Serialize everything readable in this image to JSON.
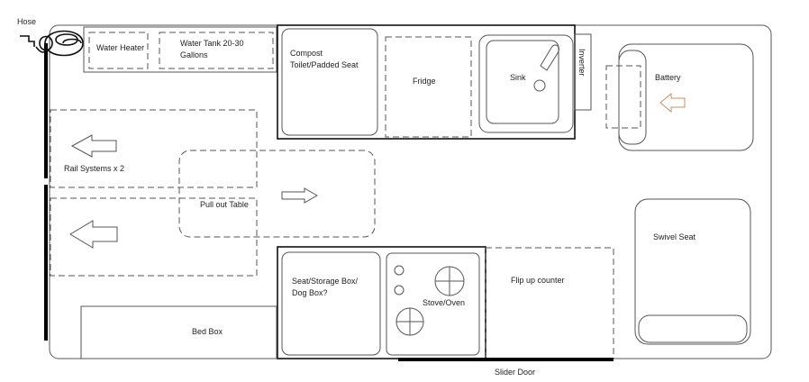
{
  "labels": {
    "hose": "Hose",
    "water_heater": "Water Heater",
    "water_tank_line1": "Water Tank 20-30",
    "water_tank_line2": "Gallons",
    "compost_line1": "Compost",
    "compost_line2": "Toilet/Padded Seat",
    "fridge": "Fridge",
    "sink": "Sink",
    "inverter": "Inverter",
    "battery": "Battery",
    "rail_systems": "Rail Systems x 2",
    "pull_out_table": "Pull out Table",
    "swivel_seat": "Swivel Seat",
    "seat_storage_line1": "Seat/Storage Box/",
    "seat_storage_line2": "Dog Box?",
    "stove_oven": "Stove/Oven",
    "flip_up_counter": "Flip up counter",
    "bed_box": "Bed Box",
    "slider_door": "Slider Door"
  },
  "colors": {
    "stroke": "#555555",
    "wall": "#000000",
    "text": "#222222",
    "battery_arrow": "#c8906a"
  }
}
